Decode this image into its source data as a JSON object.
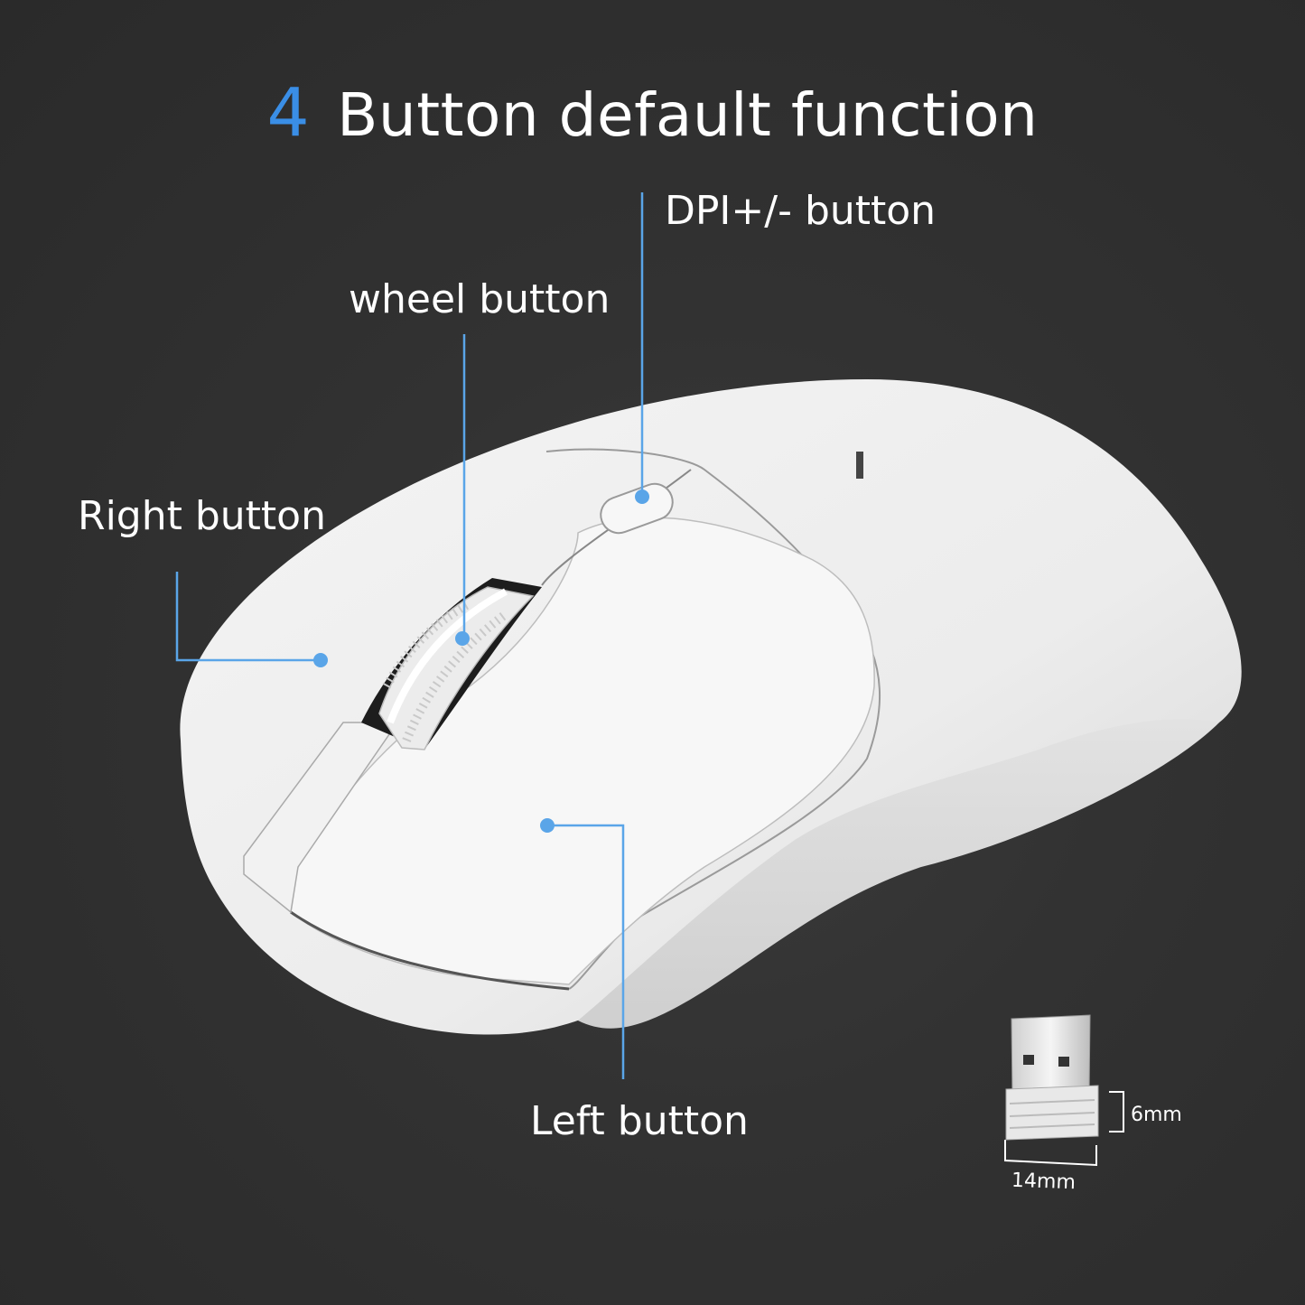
{
  "title": {
    "number": "4",
    "text": "Button default function"
  },
  "callouts": {
    "dpi": "DPI+/- button",
    "wheel": "wheel button",
    "right": "Right button",
    "left": "Left button"
  },
  "receiver": {
    "height_label": "6mm",
    "width_label": "14mm"
  },
  "colors": {
    "accent": "#3a8ee6",
    "leader_line": "#5aa5e8",
    "background": "#2e2e2e",
    "text": "#ffffff"
  }
}
